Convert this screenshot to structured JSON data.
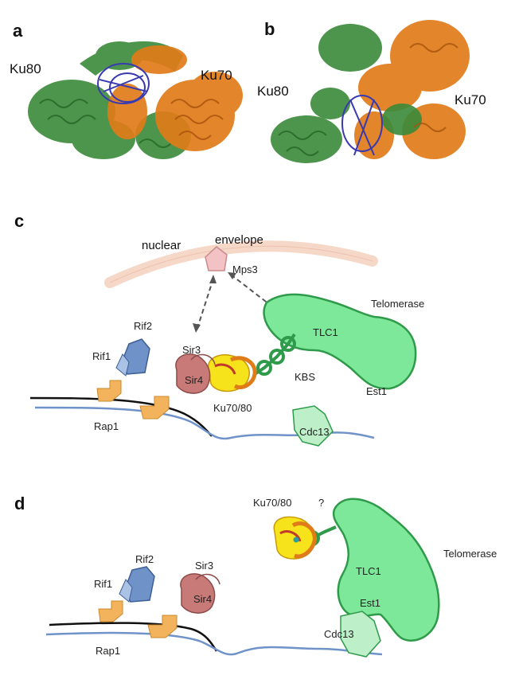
{
  "panels": {
    "a": {
      "letter": "a",
      "left_label": "Ku80",
      "right_label": "Ku70"
    },
    "b": {
      "letter": "b",
      "left_label": "Ku80",
      "right_label": "Ku70"
    },
    "c": {
      "letter": "c",
      "envelope_left": "nuclear",
      "envelope_right": "envelope",
      "mps3": "Mps3",
      "telomerase": "Telomerase",
      "tlc1": "TLC1",
      "rif2": "Rif2",
      "rif1": "Rif1",
      "sir3": "Sir3",
      "sir4": "Sir4",
      "kbs": "KBS",
      "est1": "Est1",
      "rap1": "Rap1",
      "ku": "Ku70/80",
      "cdc13": "Cdc13"
    },
    "d": {
      "letter": "d",
      "ku": "Ku70/80",
      "question": "?",
      "telomerase": "Telomerase",
      "rif2": "Rif2",
      "rif1": "Rif1",
      "sir3": "Sir3",
      "sir4": "Sir4",
      "tlc1": "TLC1",
      "est1": "Est1",
      "cdc13": "Cdc13",
      "rap1": "Rap1"
    }
  },
  "colors": {
    "ku80_green": "#3a8a3a",
    "ku70_orange": "#e07b1a",
    "dna_blue": "#3a3ab0",
    "telomerase_green": "#7ee89a",
    "telomerase_stroke": "#2f9a4a",
    "rif_blue": "#6f93c9",
    "sir_red": "#c77a78",
    "rap1_orange": "#f3b25c",
    "ku_yellow": "#f7e31b",
    "envelope": "#f6d8c8"
  }
}
